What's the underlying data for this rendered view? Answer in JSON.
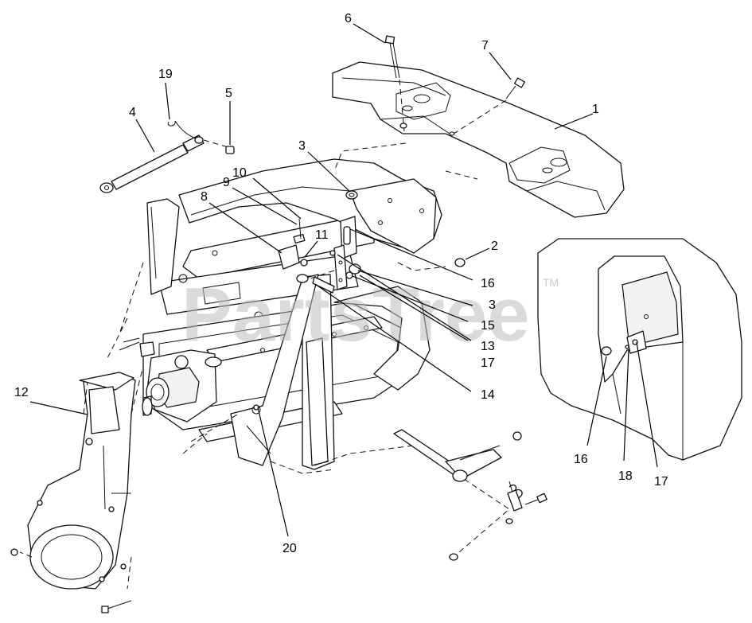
{
  "watermark": {
    "text": "PartsTree",
    "mark": "TM"
  },
  "callouts": [
    "1",
    "2",
    "3",
    "3",
    "4",
    "5",
    "6",
    "7",
    "8",
    "9",
    "10",
    "11",
    "12",
    "13",
    "14",
    "15",
    "16",
    "16",
    "17",
    "17",
    "18",
    "19",
    "20"
  ],
  "labels": {
    "c1": "1",
    "c2": "2",
    "c3a": "3",
    "c3b": "3",
    "c4": "4",
    "c5": "5",
    "c6": "6",
    "c7": "7",
    "c8": "8",
    "c9": "9",
    "c10": "10",
    "c11": "11",
    "c12": "12",
    "c13": "13",
    "c14": "14",
    "c15": "15",
    "c16a": "16",
    "c16b": "16",
    "c17a": "17",
    "c17b": "17",
    "c18": "18",
    "c19": "19",
    "c20": "20"
  }
}
